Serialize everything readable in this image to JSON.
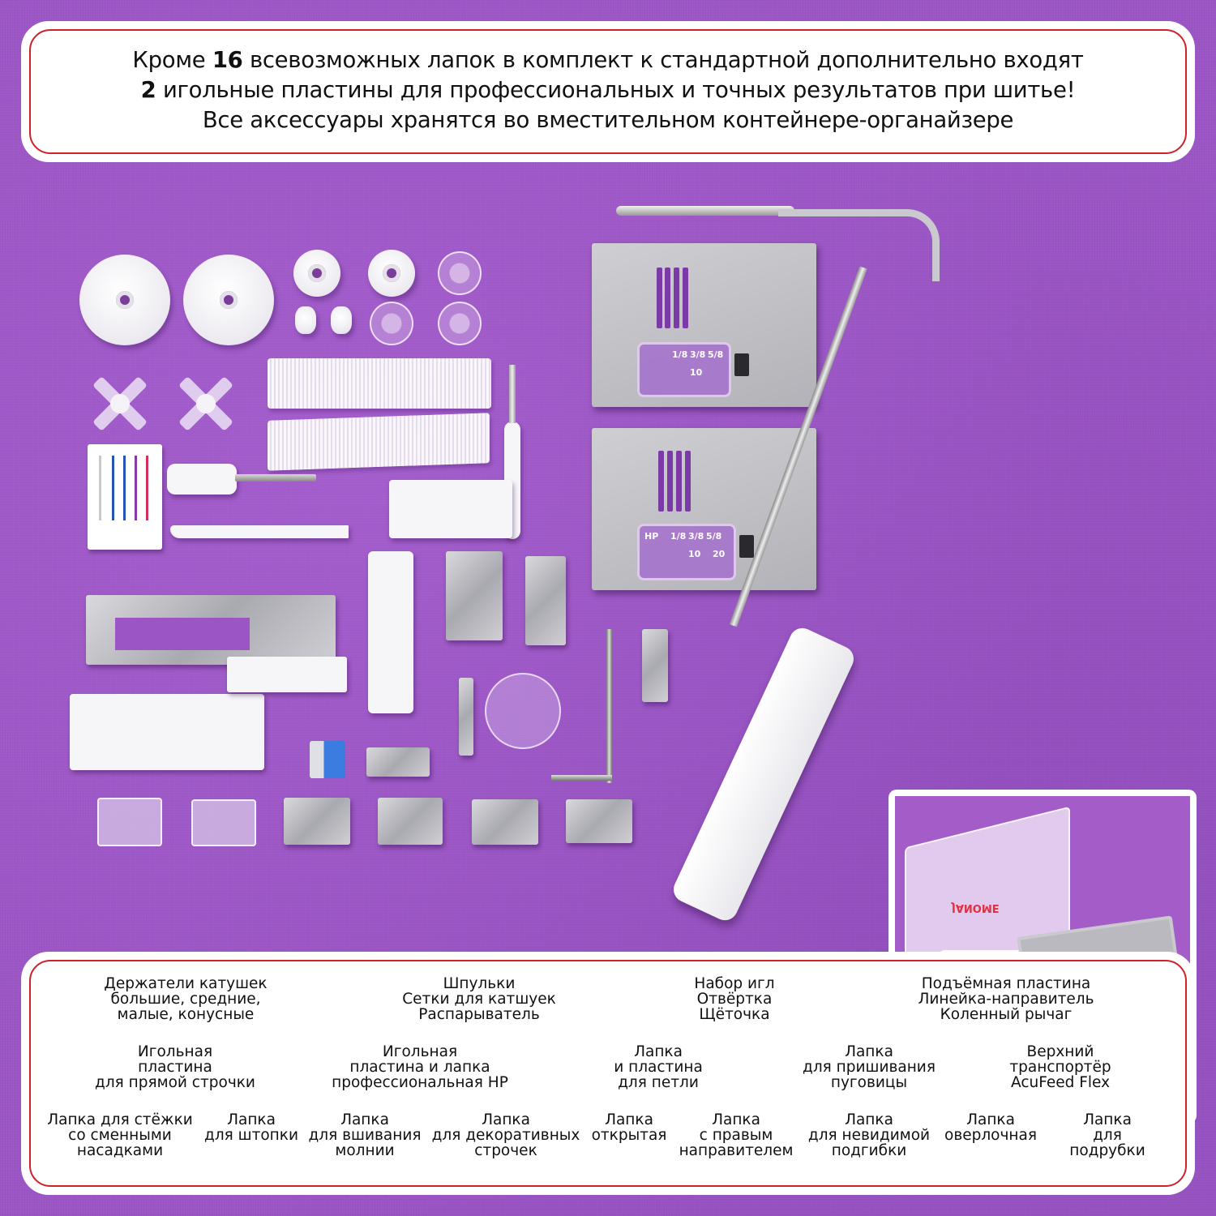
{
  "header": {
    "line1_prefix": "Кроме ",
    "line1_number": "16",
    "line1_suffix": " всевозможных лапок в комплект к стандартной дополнительно входят",
    "line2_number": "2",
    "line2_suffix": " игольные пластины для профессиональных и точных результатов при шитье!",
    "line3": "Все аксессуары хранятся во вместительном  контейнере-органайзере"
  },
  "photo": {
    "box_brand_text": "JANOME",
    "plate1_labels": [
      "1/8",
      "3/8",
      "5/8",
      "10"
    ],
    "plate2_labels": [
      "HP",
      "1/8",
      "3/8",
      "5/8",
      "10",
      "20"
    ]
  },
  "legend": {
    "row1": [
      {
        "text": "Держатели катушек\nбольшие, средние,\nмалые, конусные"
      },
      {
        "text": "Шпульки\nСетки для катшуек\nРаспарыватель"
      },
      {
        "text": "Набор игл\nОтвёртка\nЩёточка"
      },
      {
        "text": "Подъёмная пластина\nЛинейка-направитель\nКоленный рычаг"
      }
    ],
    "row2": [
      {
        "text": "Игольная\nпластина\nдля прямой строчки"
      },
      {
        "text": "Игольная\nпластина и лапка\nпрофессиональная HP"
      },
      {
        "text": "Лапка\nи пластина\nдля петли"
      },
      {
        "text": "Лапка\nдля пришивания\nпуговицы"
      },
      {
        "text": "Верхний\nтранспортёр\nAcuFeed Flex"
      }
    ],
    "row3": [
      {
        "text": "Лапка для стёжки\nсо сменными\nнасадками"
      },
      {
        "text": "Лапка\nдля штопки"
      },
      {
        "text": "Лапка\nдля вшивания\nмолнии"
      },
      {
        "text": "Лапка\nдля декоративных\nстрочек"
      },
      {
        "text": "Лапка\nоткрытая"
      },
      {
        "text": "Лапка\nс правым\nнаправителем"
      },
      {
        "text": "Лапка\nдля невидимой\nподгибки"
      },
      {
        "text": "Лапка\nоверлочная"
      },
      {
        "text": "Лапка\nдля подрубки"
      }
    ]
  },
  "colors": {
    "background": "#9b55c4",
    "frame_border": "#d0202a",
    "panel_fill": "#ffffff"
  }
}
